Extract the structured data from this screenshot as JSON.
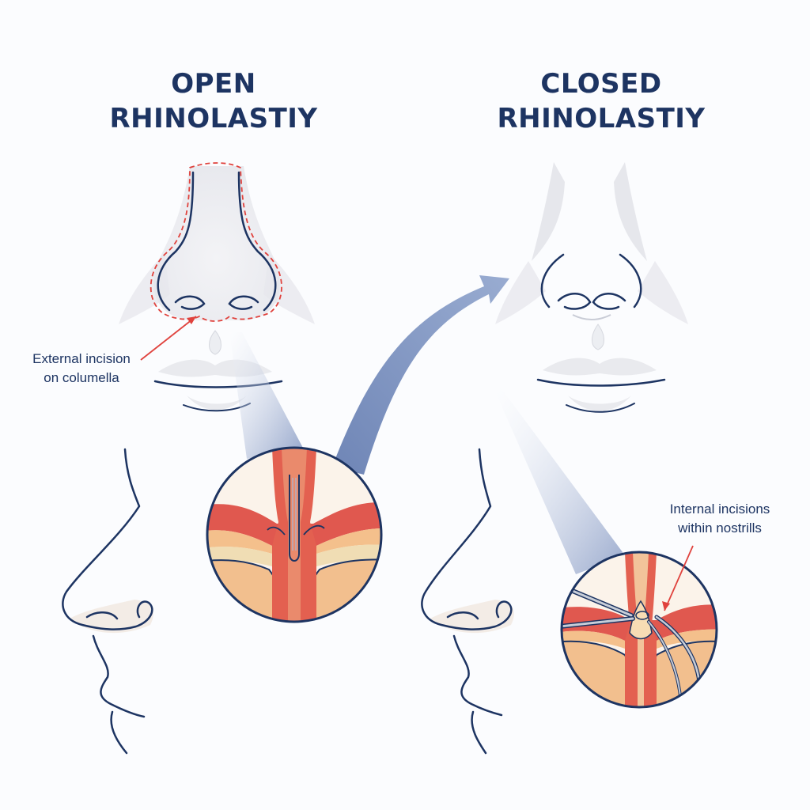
{
  "open_panel": {
    "title_line1": "OPEN",
    "title_line2": "RHINOLASTIY",
    "callout_line1": "External incision",
    "callout_line2": "on columella"
  },
  "closed_panel": {
    "title_line1": "CLOSED",
    "title_line2": "RHINOLASTIY",
    "callout_line1": "Internal incisions",
    "callout_line2": "within nostrills"
  },
  "colors": {
    "outline": "#1d3462",
    "incision": "#e0423d",
    "tissue_red": "#e0584f",
    "tissue_peach": "#f4c08c",
    "shade": "#e8e9ee",
    "arrow": "#7f96c2"
  }
}
